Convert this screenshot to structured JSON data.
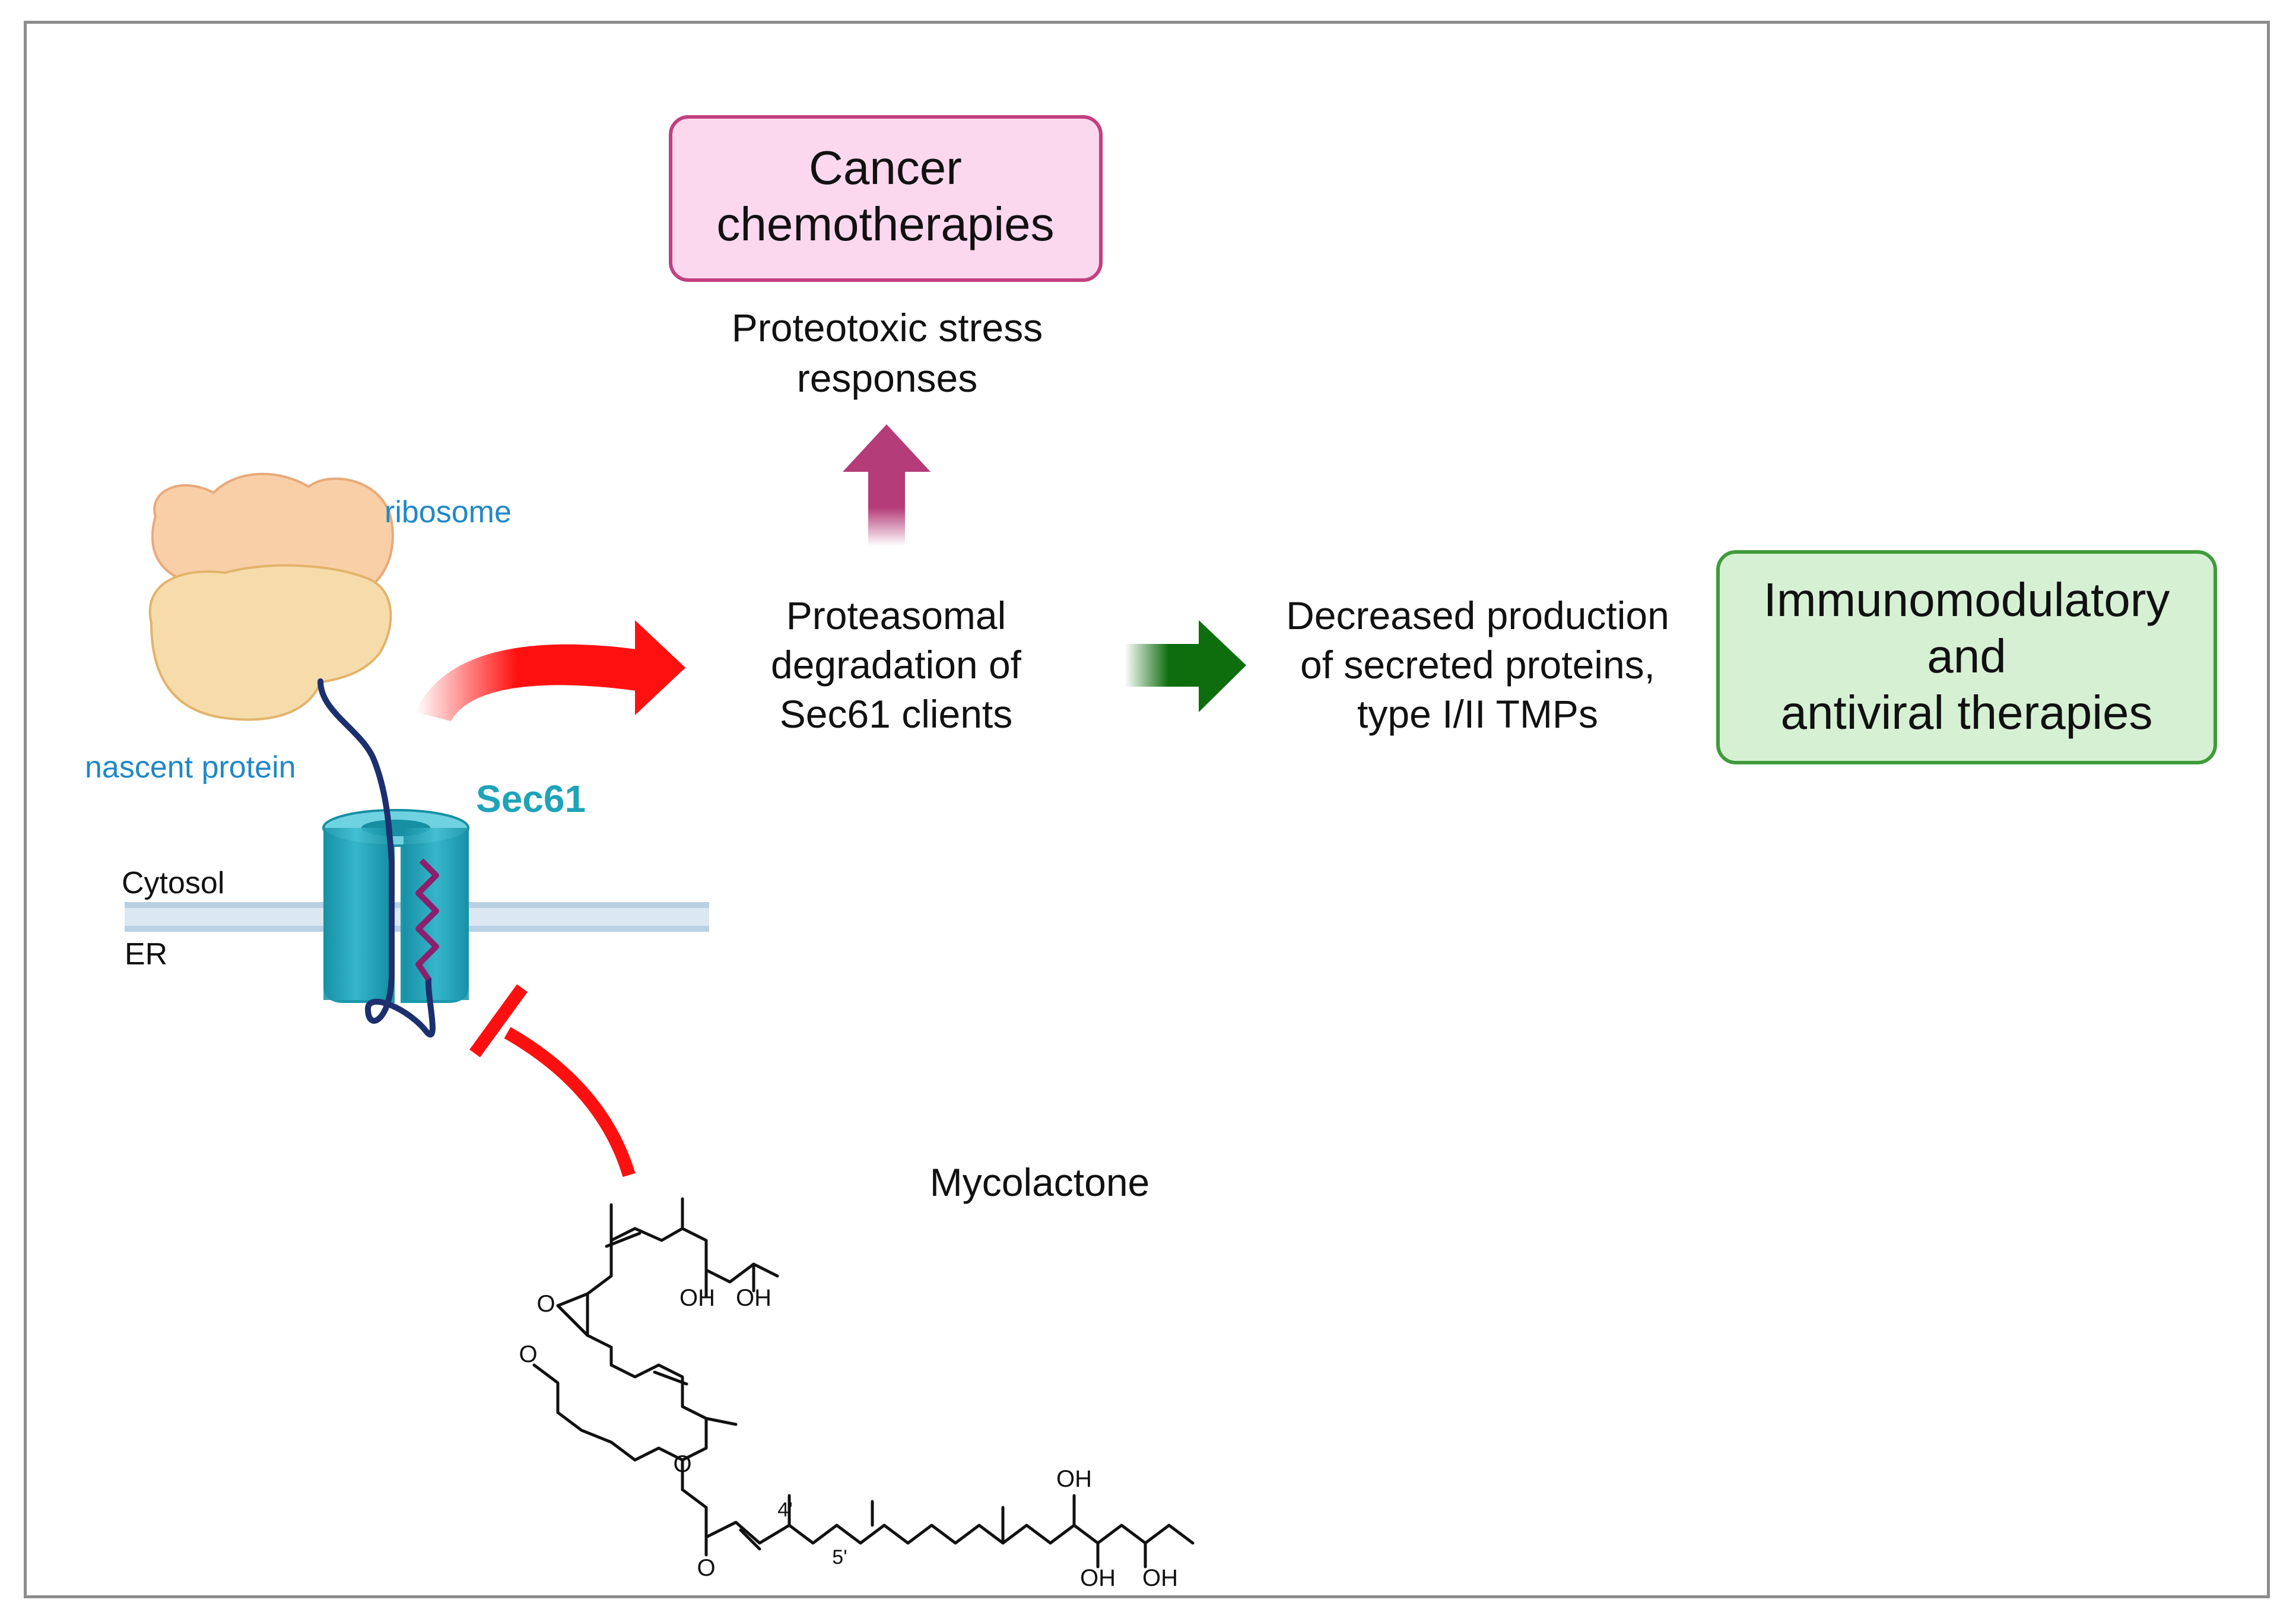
{
  "labels": {
    "ribosome": "ribosome",
    "nascent_protein": "nascent protein",
    "sec61": "Sec61",
    "cytosol": "Cytosol",
    "er": "ER",
    "mycolactone": "Mycolactone"
  },
  "boxes": {
    "cancer": {
      "line1": "Cancer",
      "line2": "chemotherapies",
      "fill": "#fcd8ef",
      "stroke": "#c2407f"
    },
    "immuno": {
      "line1": "Immunomodulatory",
      "line2": "and",
      "line3": "antiviral therapies",
      "fill": "#d6f0d4",
      "stroke": "#3f9b3a"
    }
  },
  "texts": {
    "proteotoxic": {
      "line1": "Proteotoxic stress",
      "line2": "responses"
    },
    "proteasomal": {
      "line1": "Proteasomal",
      "line2": "degradation of",
      "line3": "Sec61 clients"
    },
    "decreased": {
      "line1": "Decreased production",
      "line2": "of secreted proteins,",
      "line3": "type I/II TMPs"
    }
  },
  "chemistry": {
    "oh_labels": [
      "OH",
      "OH",
      "OH",
      "OH",
      "OH"
    ],
    "o_labels": [
      "O",
      "O",
      "O",
      "O"
    ],
    "position_labels": [
      "4'",
      "5'"
    ]
  },
  "colors": {
    "red_arrow": "#ff1010",
    "green_arrow": "#0e6e0e",
    "purple_arrow": "#b43c78",
    "sec61_channel": "#1fa3b8",
    "membrane": "#b9d0e3",
    "ribosome_top": "#f9cfa8",
    "ribosome_bottom": "#f7dcab",
    "nascent_chain": "#1c2f6e",
    "signal_peptide": "#8c1f6e"
  }
}
